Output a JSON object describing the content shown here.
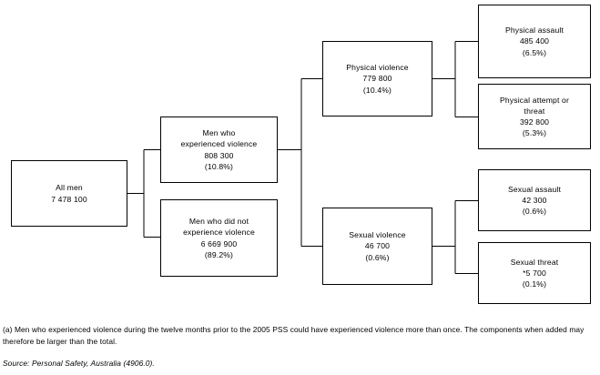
{
  "chart_data": {
    "type": "diagram",
    "title": "Men who experienced violence",
    "nodes": [
      {
        "id": "all-men",
        "label": "All men",
        "value": "7 478 100",
        "percent": ""
      },
      {
        "id": "experienced",
        "label": "Men who\nexperienced violence",
        "value": "808 300",
        "percent": "(10.8%)"
      },
      {
        "id": "not-experienced",
        "label": "Men who did not\nexperience violence",
        "value": "6 669 900",
        "percent": "(89.2%)"
      },
      {
        "id": "physical-violence",
        "label": "Physical violence",
        "value": "779 800",
        "percent": "(10.4%)"
      },
      {
        "id": "sexual-violence",
        "label": "Sexual violence",
        "value": "46 700",
        "percent": "(0.6%)"
      },
      {
        "id": "physical-assault",
        "label": "Physical assault",
        "value": "485 400",
        "percent": "(6.5%)"
      },
      {
        "id": "physical-attempt",
        "label": "Physical attempt or\nthreat",
        "value": "392 800",
        "percent": "(5.3%)"
      },
      {
        "id": "sexual-assault",
        "label": "Sexual assault",
        "value": "42 300",
        "percent": "(0.6%)"
      },
      {
        "id": "sexual-threat",
        "label": "Sexual threat",
        "value": "*5 700",
        "percent": "(0.1%)"
      }
    ],
    "edges": [
      {
        "from": "all-men",
        "to": "experienced"
      },
      {
        "from": "all-men",
        "to": "not-experienced"
      },
      {
        "from": "experienced",
        "to": "physical-violence"
      },
      {
        "from": "experienced",
        "to": "sexual-violence"
      },
      {
        "from": "physical-violence",
        "to": "physical-assault"
      },
      {
        "from": "physical-violence",
        "to": "physical-attempt"
      },
      {
        "from": "sexual-violence",
        "to": "sexual-assault"
      },
      {
        "from": "sexual-violence",
        "to": "sexual-threat"
      }
    ],
    "line_color": "#000000",
    "box_border_color": "#000000",
    "background_color": "#ffffff"
  },
  "nodes": {
    "all_men": {
      "title": "All men",
      "value": "7 478 100",
      "percent": ""
    },
    "experienced": {
      "title_line1": "Men who",
      "title_line2": "experienced violence",
      "value": "808 300",
      "percent": "(10.8%)"
    },
    "not_experienced": {
      "title_line1": "Men who did not",
      "title_line2": "experience violence",
      "value": "6 669 900",
      "percent": "(89.2%)"
    },
    "physical_violence": {
      "title": "Physical violence",
      "value": "779 800",
      "percent": "(10.4%)"
    },
    "sexual_violence": {
      "title": "Sexual violence",
      "value": "46 700",
      "percent": "(0.6%)"
    },
    "physical_assault": {
      "title": "Physical assault",
      "value": "485 400",
      "percent": "(6.5%)"
    },
    "physical_attempt": {
      "title_line1": "Physical attempt or",
      "title_line2": "threat",
      "value": "392 800",
      "percent": "(5.3%)"
    },
    "sexual_assault": {
      "title": "Sexual assault",
      "value": "42 300",
      "percent": "(0.6%)"
    },
    "sexual_threat": {
      "title": "Sexual threat",
      "value": "*5 700",
      "percent": "(0.1%)"
    }
  },
  "footnotes": {
    "note_a": "(a) Men who experienced violence during the twelve months prior to the 2005 PSS could have experienced violence more than once. The components when added may therefore be larger than the total.",
    "source": "Source: Personal Safety, Australia (4906.0)."
  }
}
